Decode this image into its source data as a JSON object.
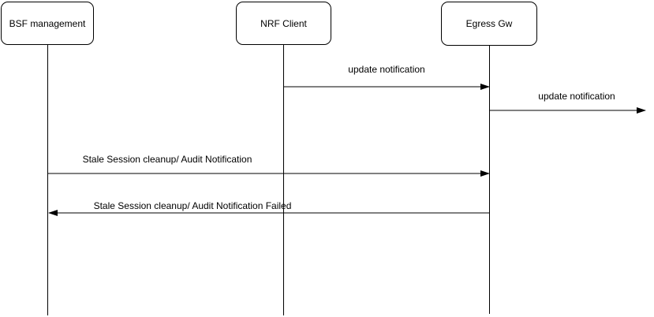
{
  "canvas": {
    "background_color": "#ffffff",
    "line_color": "#000000",
    "text_color": "#000000",
    "diagram_type": "sequence"
  },
  "actors": [
    {
      "label": "BSF management"
    },
    {
      "label": "NRF Client"
    },
    {
      "label": "Egress Gw"
    }
  ],
  "messages": [
    {
      "label": "update notification",
      "from": "NRF Client",
      "to": "Egress Gw",
      "direction": "right"
    },
    {
      "label": "update notification",
      "from": "Egress Gw",
      "to": "offscreen-right",
      "direction": "right"
    },
    {
      "label": "Stale Session cleanup/ Audit Notification",
      "from": "BSF management",
      "to": "Egress Gw",
      "direction": "right"
    },
    {
      "label": "Stale Session cleanup/ Audit Notification Failed",
      "from": "Egress Gw",
      "to": "BSF management",
      "direction": "left"
    }
  ]
}
